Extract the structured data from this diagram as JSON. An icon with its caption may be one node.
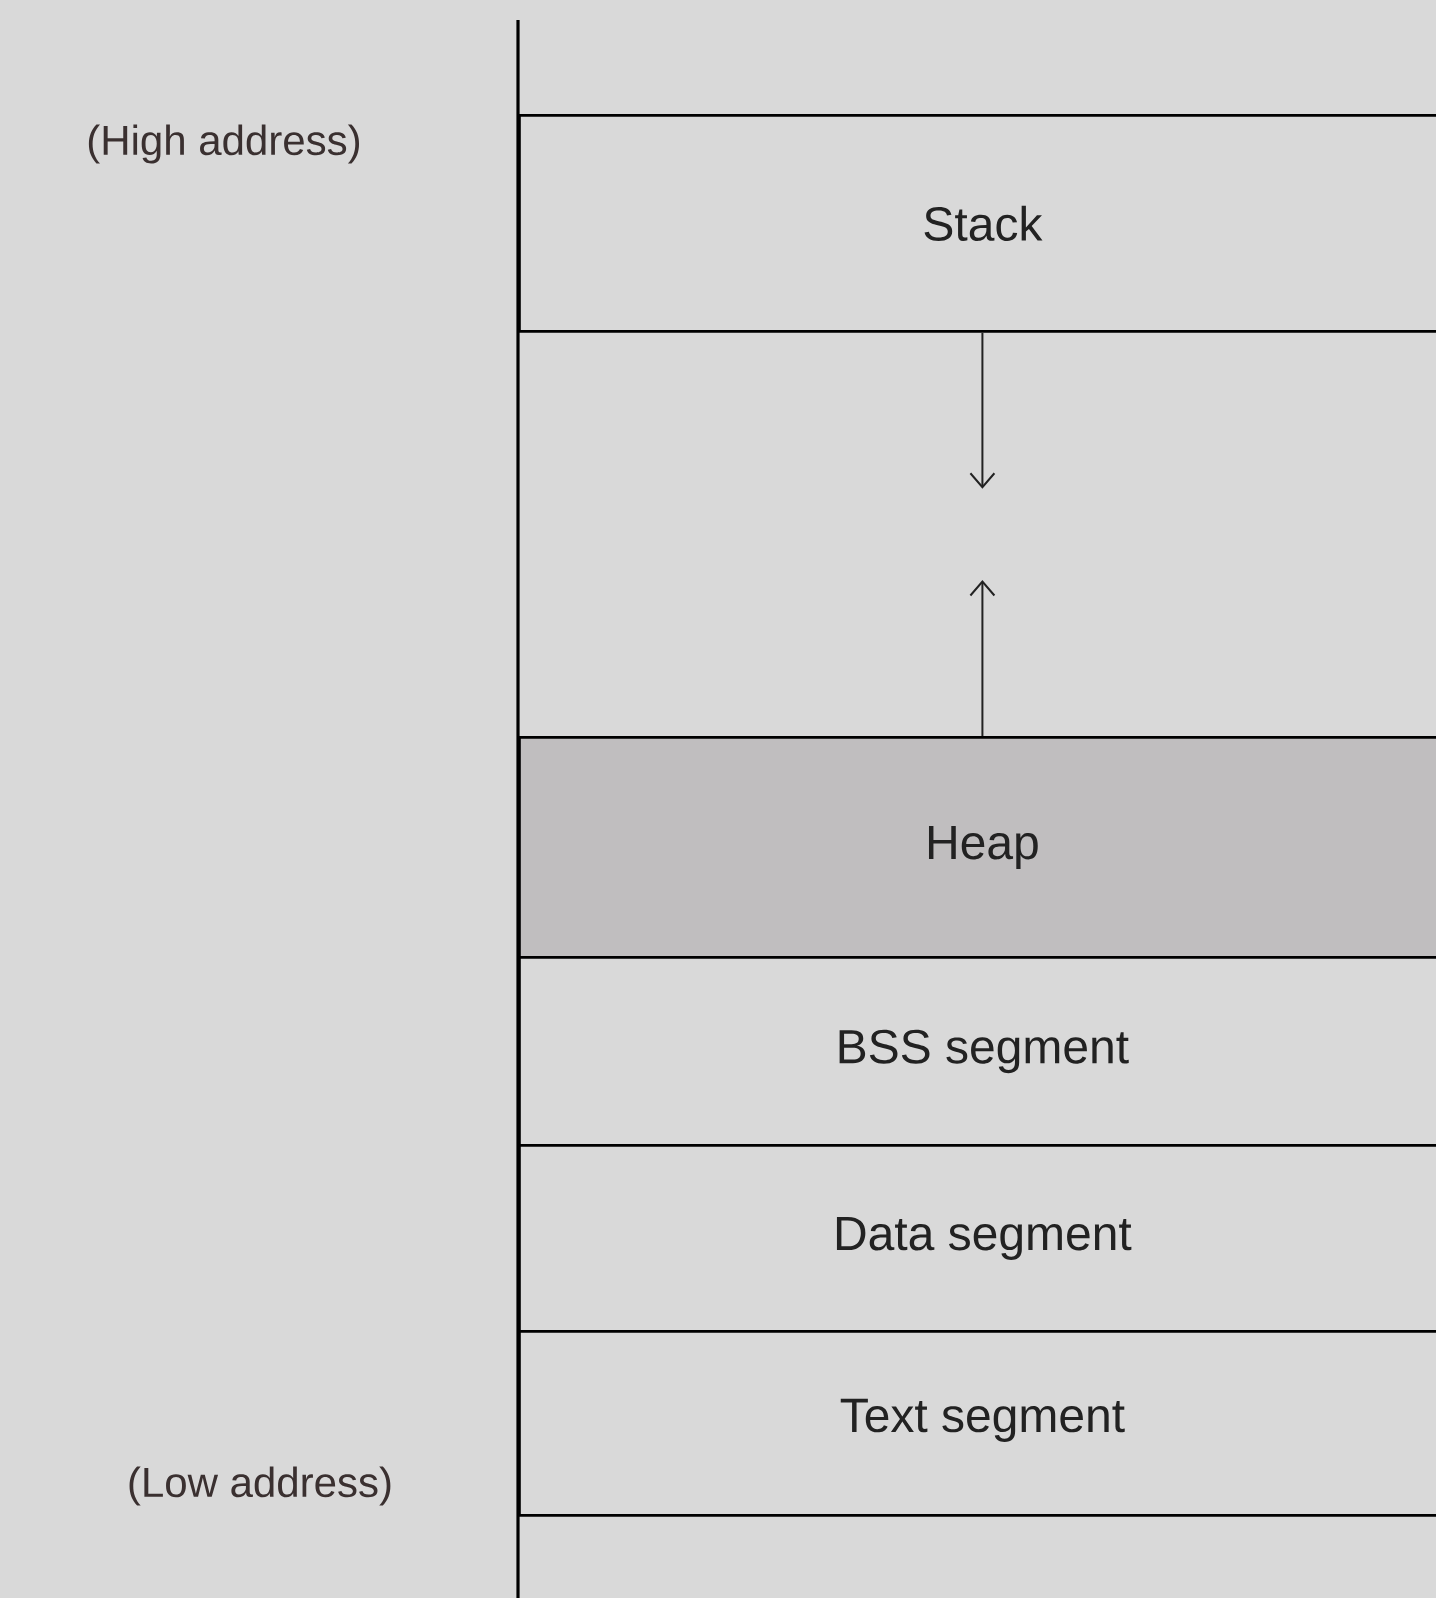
{
  "diagram": {
    "nodes": [
      {
        "text": [
          "Stack"
        ]
      },
      {
        "text": [
          "Heap"
        ]
      },
      {
        "text": [
          "BSS segment"
        ]
      },
      {
        "text": [
          "Data segment"
        ]
      },
      {
        "text": [
          "Text segment"
        ]
      }
    ],
    "edges": [
      {
        "from": 0,
        "to": null,
        "arrow": "to"
      },
      {
        "from": 1,
        "to": null,
        "arrow": "to"
      }
    ],
    "labels": [
      "(High address)",
      "(Low address)"
    ]
  }
}
